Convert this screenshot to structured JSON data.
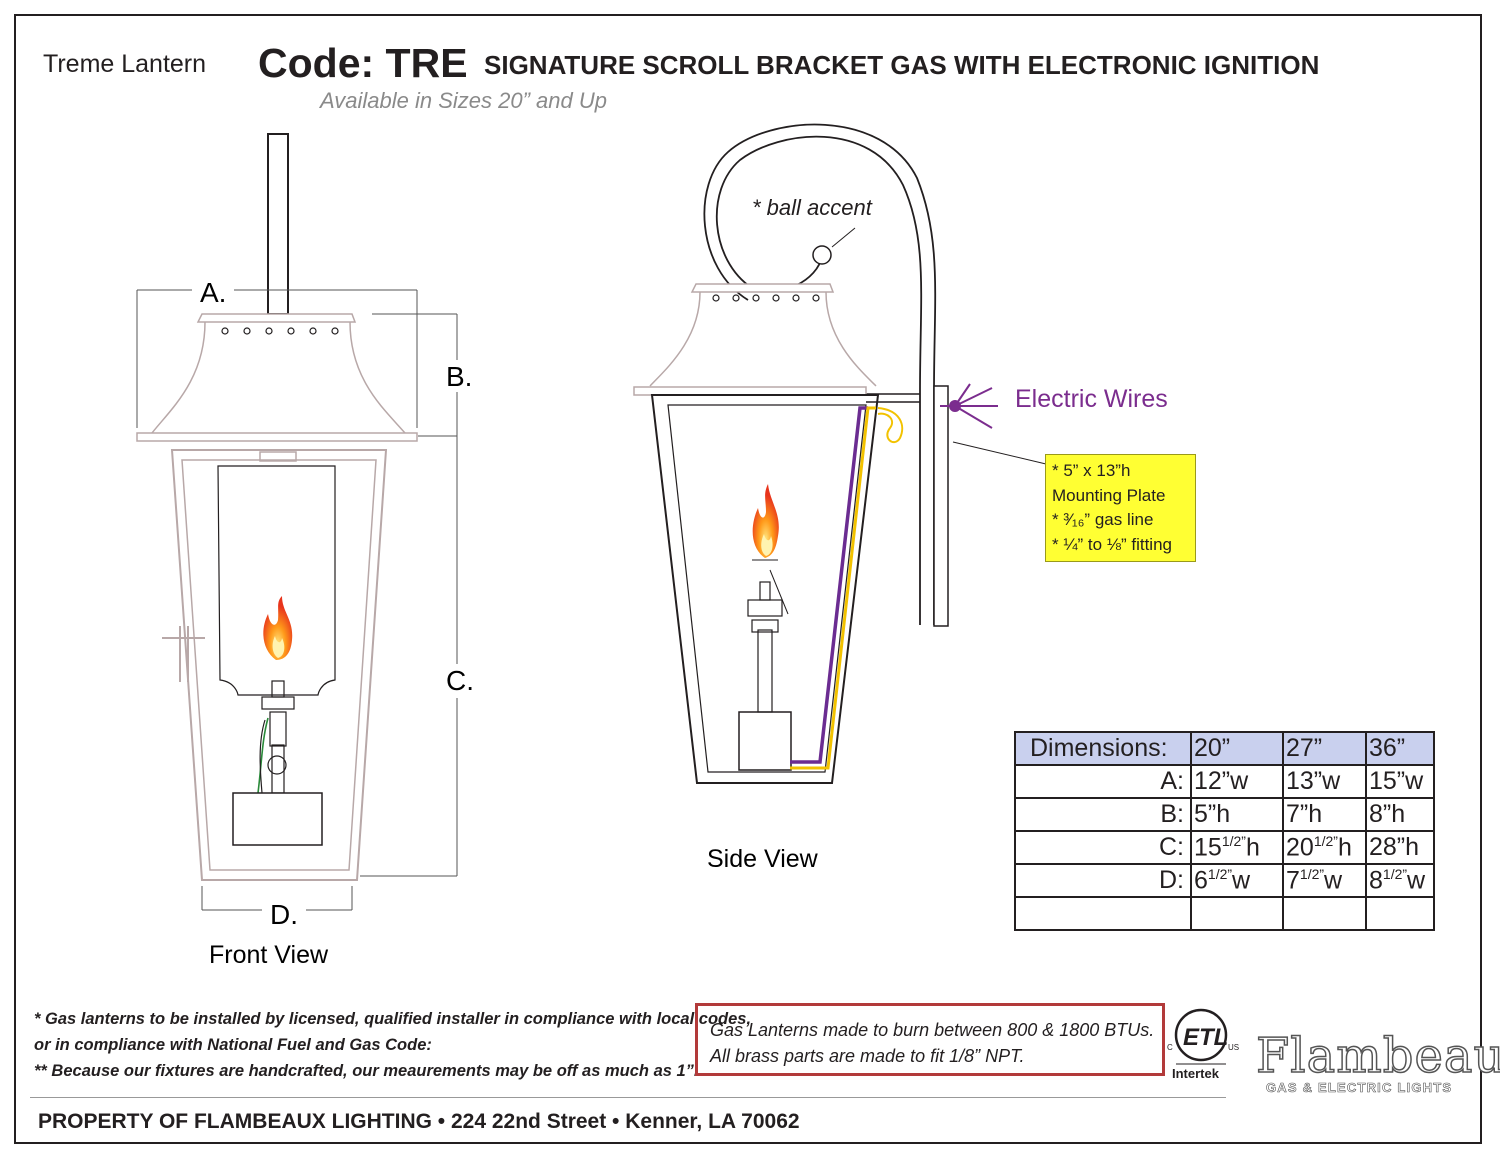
{
  "header": {
    "lantern_name": "Treme Lantern",
    "code": "Code: TRE",
    "description": "SIGNATURE SCROLL BRACKET GAS WITH ELECTRONIC IGNITION",
    "availability": "Available in Sizes 20” and Up"
  },
  "front_view": {
    "label": "Front View",
    "dim_a": "A.",
    "dim_b": "B.",
    "dim_c": "C.",
    "dim_d": "D."
  },
  "side_view": {
    "label": "Side View",
    "ball_accent": "*  ball accent",
    "electric_wires": "Electric Wires",
    "notes": [
      "*  5” x 13”h",
      "    Mounting Plate",
      "*  ³⁄₁₆” gas line",
      "*  ¼” to ⅛” fitting"
    ]
  },
  "dimensions_table": {
    "header": [
      "Dimensions:",
      "20”",
      "27”",
      "36”"
    ],
    "rows": [
      {
        "label": "A:",
        "values": [
          "12”w",
          "13”w",
          "15”w"
        ]
      },
      {
        "label": "B:",
        "values": [
          "5”h",
          "7”h",
          "8”h"
        ]
      },
      {
        "label": "C:",
        "values": [
          "15",
          "20",
          "28”h"
        ]
      },
      {
        "label": "D:",
        "values": [
          "6",
          "7",
          "8"
        ]
      }
    ],
    "fraction": "1/2”",
    "suffix_h": "h",
    "suffix_w": "w"
  },
  "footer": {
    "note1_line1": "* Gas lanterns to be installed by licensed, qualified installer in compliance with local codes,",
    "note1_line2": "   or in compliance with National Fuel and Gas Code:",
    "note2": "** Because our fixtures are handcrafted, our meaurements may be off as much as 1”.",
    "btu_line1": "Gas Lanterns made to burn between 800 & 1800 BTUs.",
    "btu_line2": "All brass parts are made to fit 1/8” NPT.",
    "certifier": "Intertek",
    "brand": "Flambeaux",
    "brand_tagline": "GAS & ELECTRIC LIGHTS",
    "property": "PROPERTY OF FLAMBEAUX LIGHTING • 224 22nd Street • Kenner, LA 70062"
  },
  "colors": {
    "line": "#231f20",
    "frame_outline": "#b8a8a8",
    "wire_purple": "#6b2c91",
    "wire_yellow": "#f2c200",
    "note_yellow": "#ffff33",
    "table_header": "#c9d0ee",
    "btu_border": "#b23a3a"
  },
  "icons": [
    "flame-icon",
    "etl-listed-mark",
    "flambeaux-logo"
  ]
}
